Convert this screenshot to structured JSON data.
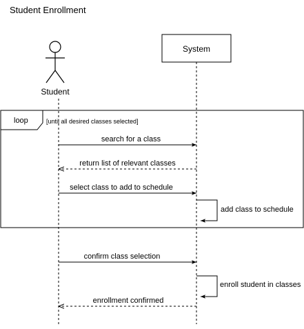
{
  "diagram": {
    "title": "Student Enrollment",
    "actor": {
      "label": "Student"
    },
    "system": {
      "label": "System"
    },
    "loop": {
      "label": "loop",
      "guard": "[until all desired classes selected]"
    },
    "messages": [
      {
        "label": "search for a class",
        "from": "Student",
        "to": "System",
        "style": "solid"
      },
      {
        "label": "return list of relevant classes",
        "from": "System",
        "to": "Student",
        "style": "dashed"
      },
      {
        "label": "select class to add to schedule",
        "from": "Student",
        "to": "System",
        "style": "solid"
      },
      {
        "label": "add class to schedule",
        "from": "System",
        "to": "System",
        "style": "self"
      },
      {
        "label": "confirm class selection",
        "from": "Student",
        "to": "System",
        "style": "solid"
      },
      {
        "label": "enroll student in classes",
        "from": "System",
        "to": "System",
        "style": "self"
      },
      {
        "label": "enrollment confirmed",
        "from": "System",
        "to": "Student",
        "style": "dashed"
      }
    ]
  }
}
